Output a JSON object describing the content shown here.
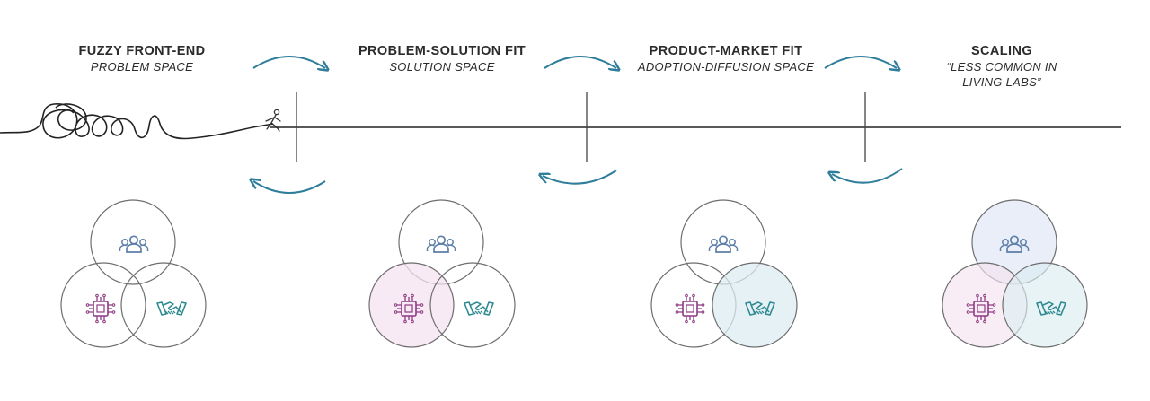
{
  "stages": [
    {
      "title": "FUZZY FRONT-END",
      "subtitle": "PROBLEM SPACE"
    },
    {
      "title": "PROBLEM-SOLUTION FIT",
      "subtitle": "SOLUTION SPACE"
    },
    {
      "title": "PRODUCT-MARKET FIT",
      "subtitle": "ADOPTION-DIFFUSION SPACE"
    },
    {
      "title": "SCALING",
      "subtitle": "“LESS COMMON IN LIVING LABS”"
    }
  ],
  "colors": {
    "line": "#222222",
    "arrow": "#2e7d9a",
    "circle_stroke": "#6e6e6e",
    "users_icon": "#5d7fa8",
    "chip_icon": "#8e3b83",
    "handshake_icon": "#2e8a91",
    "users_fill": "#dfe7f6",
    "chip_fill": "#f6e3f0",
    "handshake_fill": "#dcecf1"
  },
  "venn_icons": [
    "users-icon",
    "chip-icon",
    "handshake-icon"
  ]
}
